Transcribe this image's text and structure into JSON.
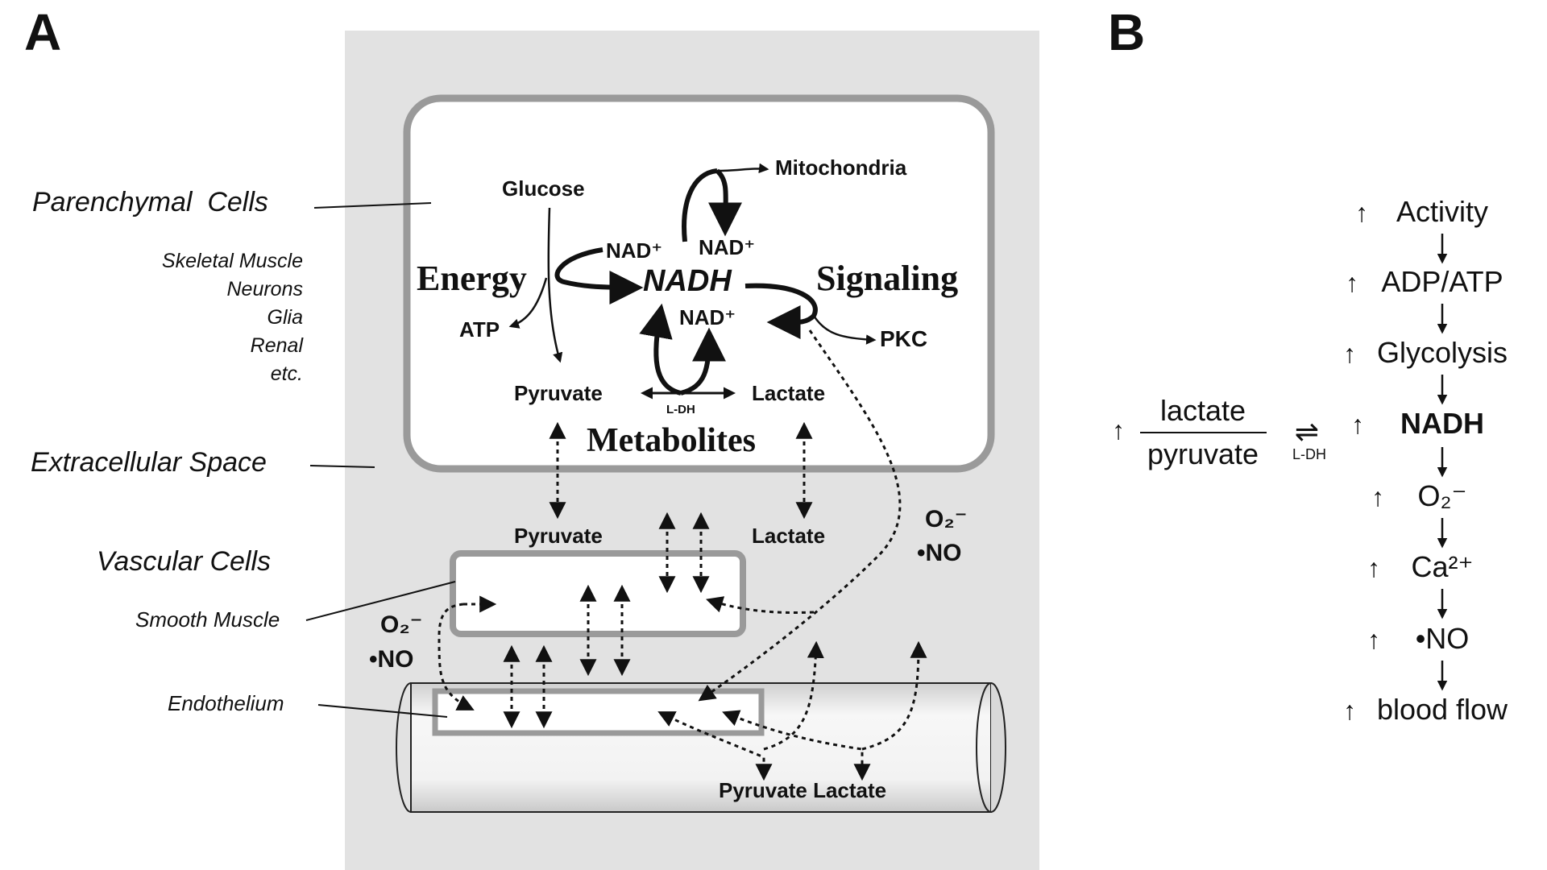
{
  "panel_a": {
    "label": "A",
    "left_labels": {
      "parenchymal": "Parenchymal  Cells",
      "cell_types": [
        "Skeletal Muscle",
        "Neurons",
        "Glia",
        "Renal",
        "etc."
      ],
      "extracellular": "Extracellular Space",
      "vascular": "Vascular Cells",
      "smooth_muscle": "Smooth Muscle",
      "endothelium": "Endothelium"
    },
    "cell": {
      "glucose": "Glucose",
      "mitochondria": "Mitochondria",
      "nad_left": "NAD⁺",
      "nad_right": "NAD⁺",
      "nad_bottom": "NAD⁺",
      "energy": "Energy",
      "nadh": "NADH",
      "signaling": "Signaling",
      "atp": "ATP",
      "pkc": "PKC",
      "pyruvate": "Pyruvate",
      "lactate": "Lactate",
      "ldh": "L-DH",
      "metabolites": "Metabolites"
    },
    "extracellular": {
      "pyruvate": "Pyruvate",
      "lactate": "Lactate",
      "o2_right": "O₂⁻",
      "no_right": "•NO",
      "o2_left": "O₂⁻",
      "no_left": "•NO"
    },
    "vessel": {
      "pyruvate_lactate": "Pyruvate Lactate"
    }
  },
  "panel_b": {
    "label": "B",
    "cascade": [
      {
        "arrow": "↑",
        "text": "Activity",
        "bold": false
      },
      {
        "arrow": "↑",
        "text": "ADP/ATP",
        "bold": false
      },
      {
        "arrow": "↑",
        "text": "Glycolysis",
        "bold": false
      },
      {
        "arrow": "↑",
        "text": "NADH",
        "bold": true
      },
      {
        "arrow": "↑",
        "text": "O₂⁻",
        "bold": false
      },
      {
        "arrow": "↑",
        "text": "Ca²⁺",
        "bold": false
      },
      {
        "arrow": "↑",
        "text": "•NO",
        "bold": false
      },
      {
        "arrow": "↑",
        "text": "blood flow",
        "bold": false
      }
    ],
    "ratio": {
      "arrow": "↑",
      "numerator": "lactate",
      "denominator": "pyruvate",
      "equilibrium": "⇌",
      "enzyme": "L-DH"
    }
  },
  "colors": {
    "background": "#ffffff",
    "panel_gray": "#e2e2e2",
    "cell_border": "#9a9a9a",
    "vessel_fill": "#eeeeee",
    "ink": "#111111"
  }
}
